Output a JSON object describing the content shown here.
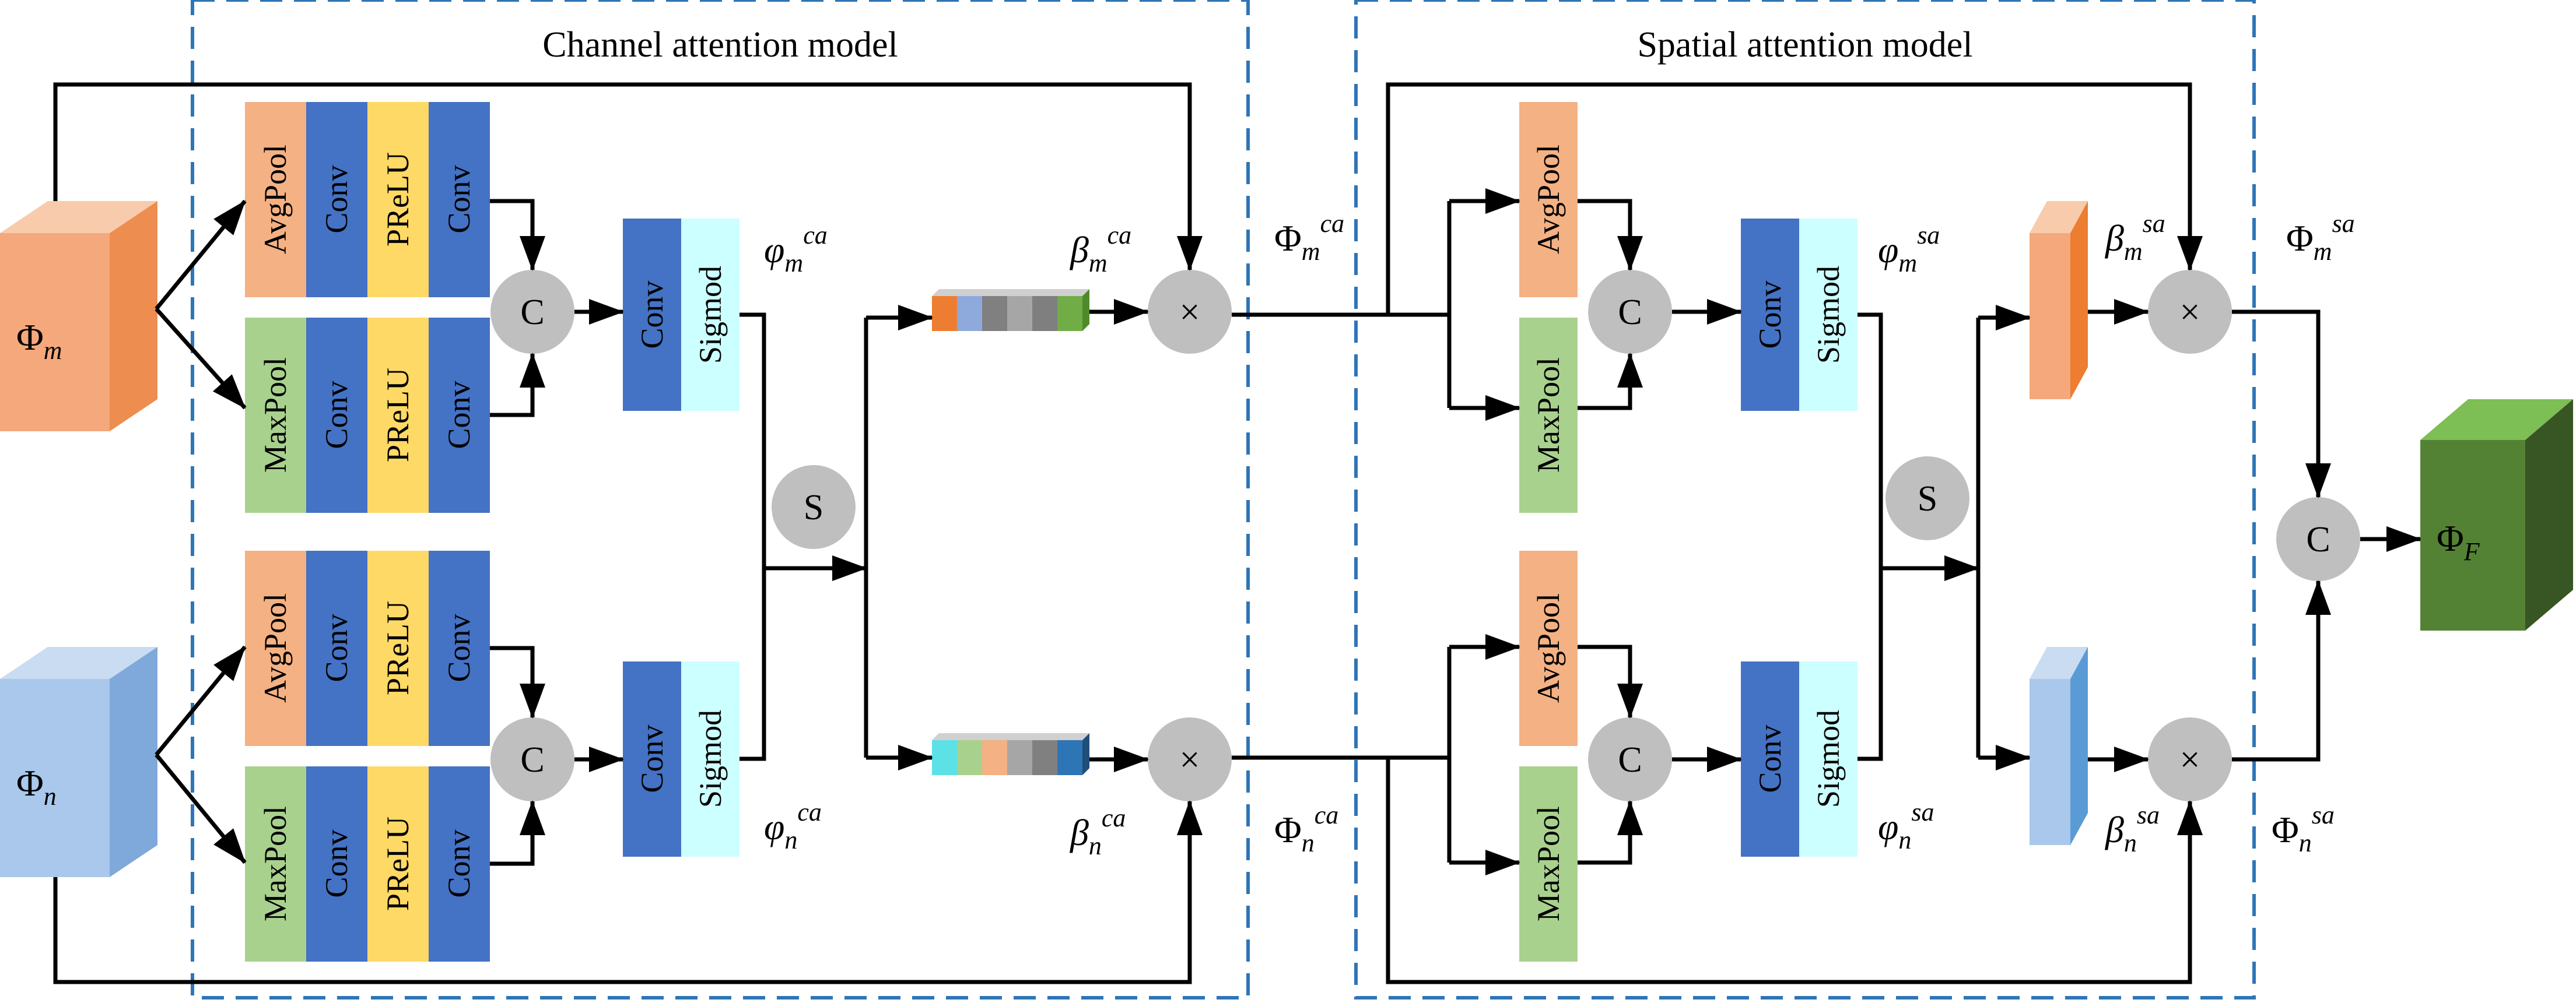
{
  "modules": {
    "channel": {
      "title": "Channel attention model"
    },
    "spatial": {
      "title": "Spatial attention model"
    }
  },
  "blocks": {
    "avgpool": "AvgPool",
    "maxpool": "MaxPool",
    "conv": "Conv",
    "prelu": "PReLU",
    "sigmod": "Sigmod"
  },
  "operators": {
    "concat": "C",
    "split": "S",
    "multiply": "×"
  },
  "symbols": {
    "Phi": "Φ",
    "phi": "φ",
    "beta": "β",
    "m": "m",
    "n": "n",
    "F": "F",
    "ca": "ca",
    "sa": "sa"
  },
  "colors": {
    "orange_feature": "#F4A87C",
    "blue_feature": "#A9C8EB",
    "green_feature": "#5A8A3A",
    "avgpool": "#F4B183",
    "maxpool": "#A9D18E",
    "conv": "#4472C4",
    "prelu": "#FFD966",
    "sigmod": "#CCFFFF",
    "operator": "#BFBFBF",
    "dash": "#2E75B6"
  }
}
